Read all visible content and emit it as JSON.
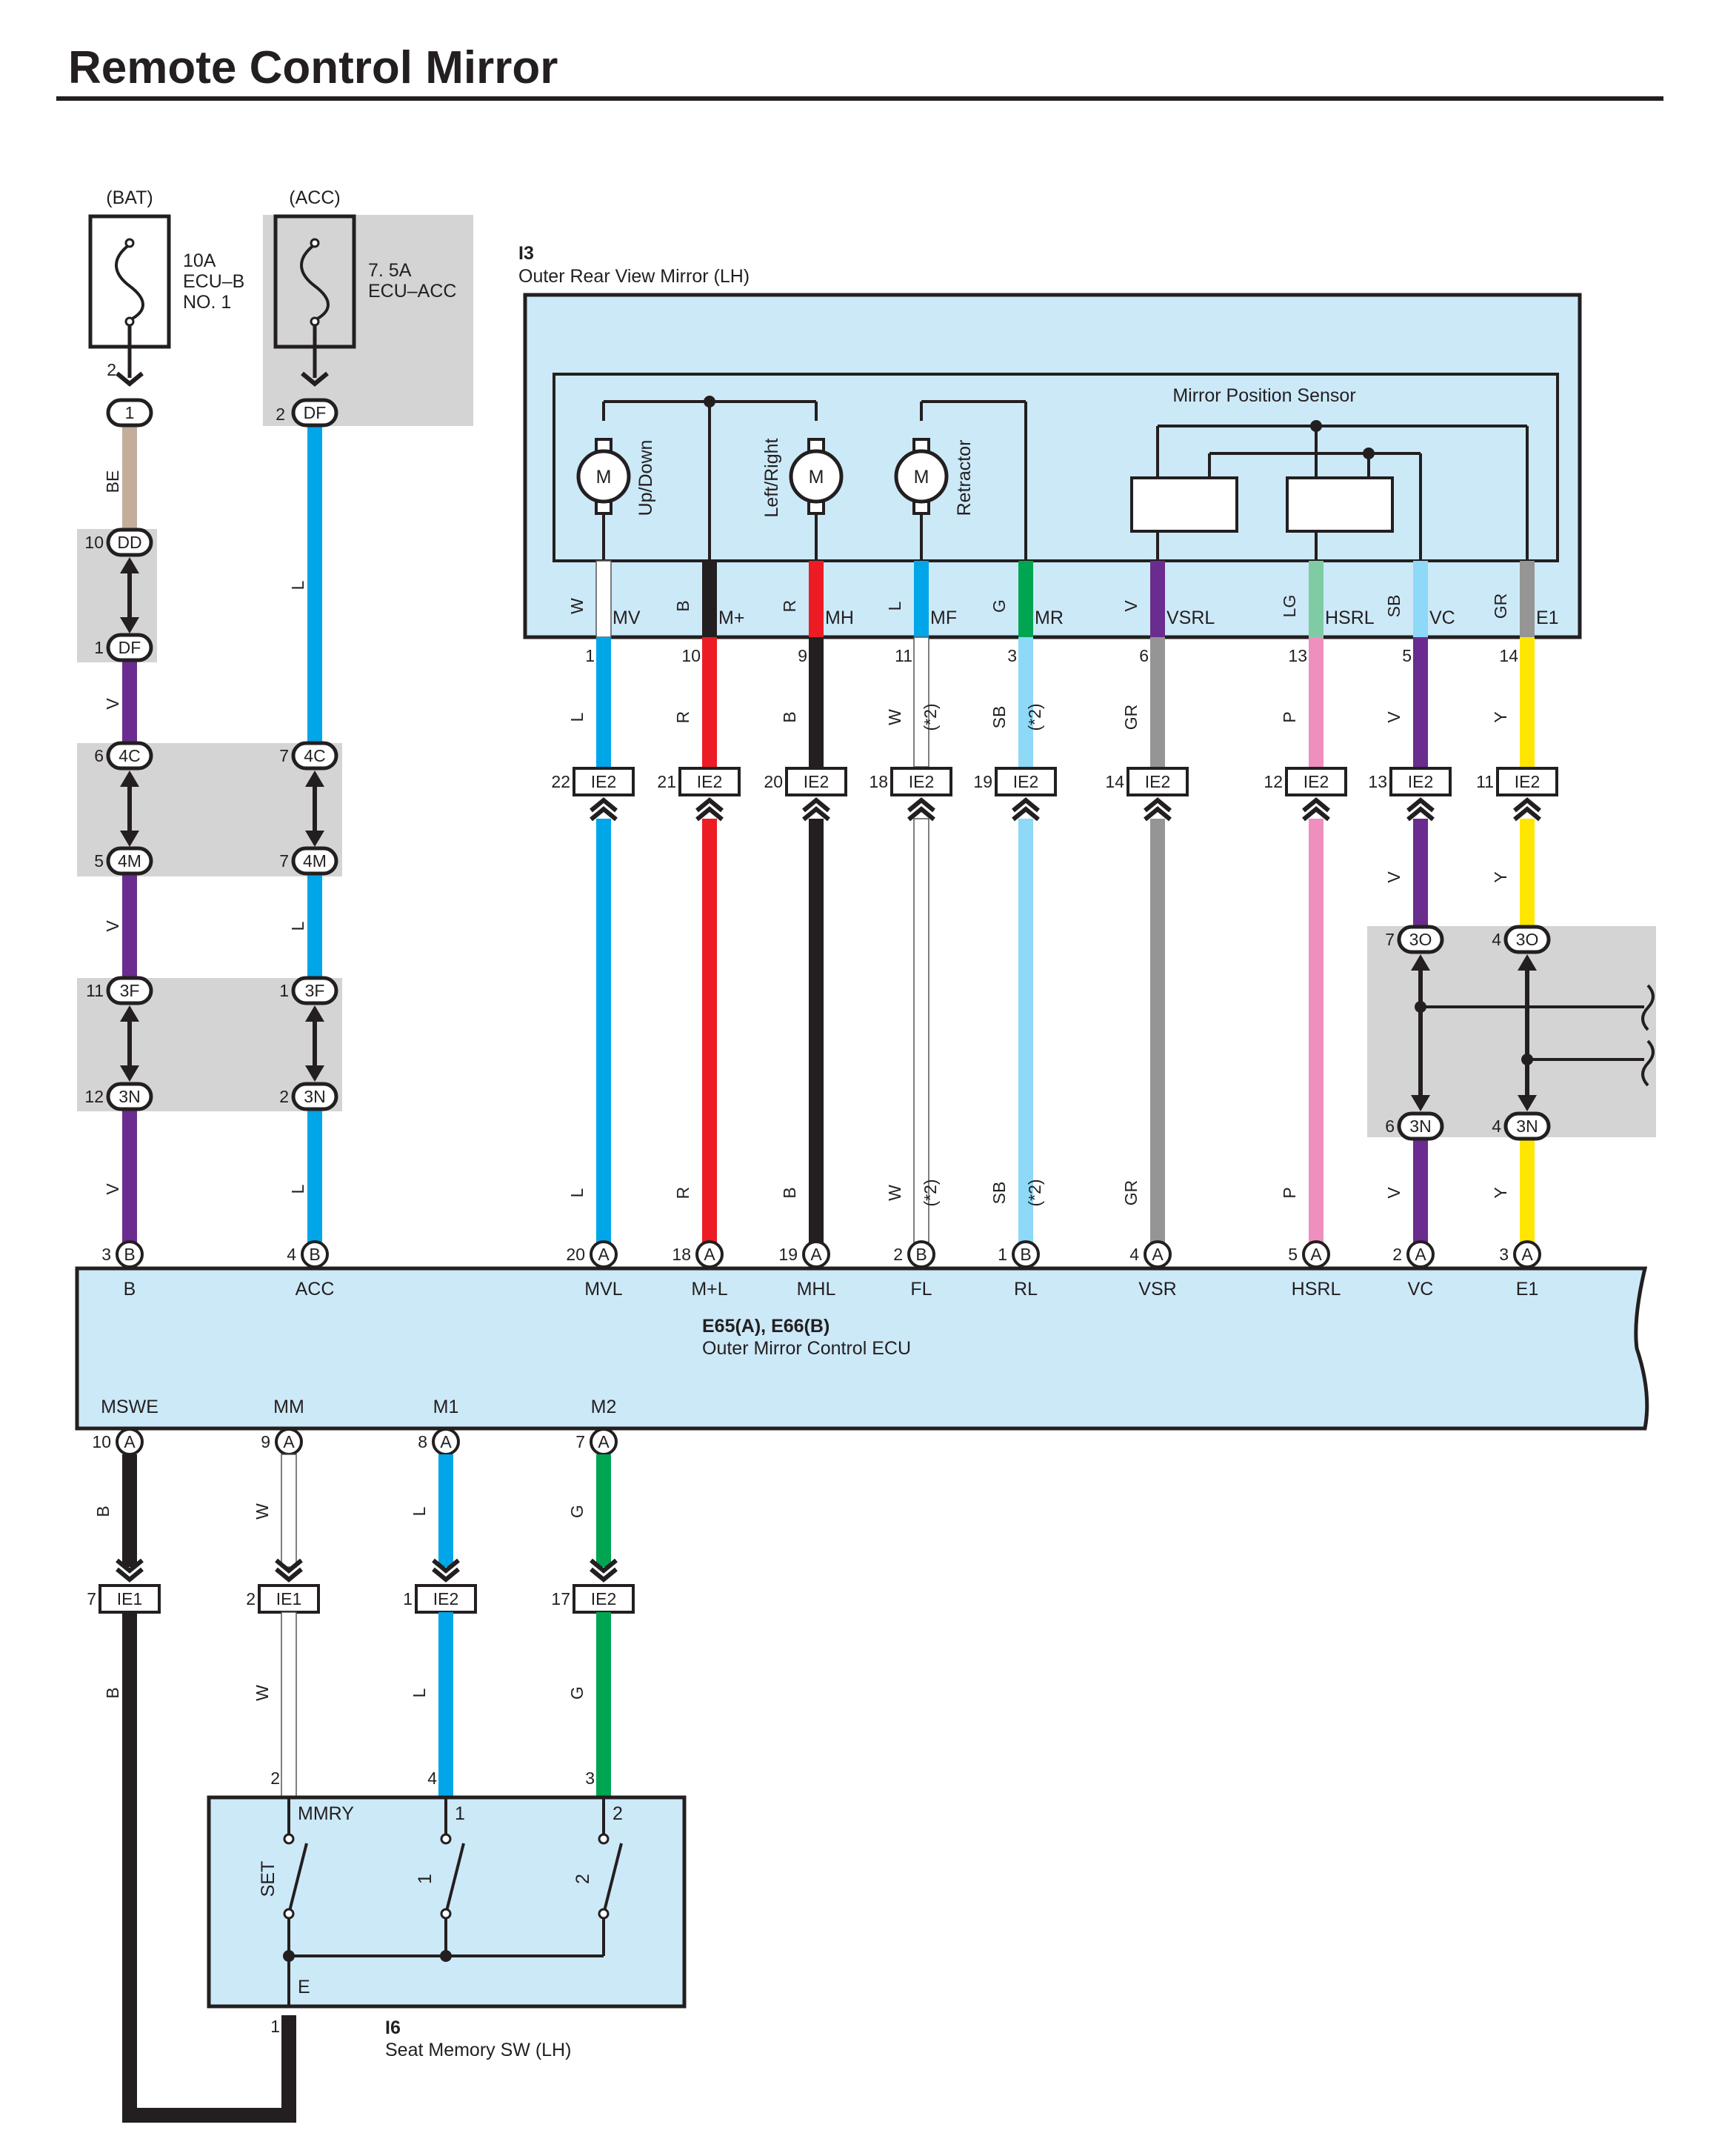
{
  "title": "Remote Control Mirror",
  "fuses": [
    {
      "source": "(BAT)",
      "rating": "10A",
      "name1": "ECU–B",
      "name2": "NO. 1",
      "out_pin": "2",
      "conn_pin": "1"
    },
    {
      "source": "(ACC)",
      "rating": "7. 5A",
      "name1": "ECU–ACC",
      "name2": "",
      "conn_pin": "2",
      "conn": "DF"
    }
  ],
  "mirror": {
    "code": "I3",
    "name": "Outer Rear View Mirror (LH)",
    "sensor_title": "Mirror Position Sensor",
    "motor_symbol": "M",
    "motors": [
      "Up/Down",
      "Left/Right",
      "Retractor"
    ],
    "terminals": [
      {
        "color": "W",
        "name": "MV",
        "pin": "1"
      },
      {
        "color": "B",
        "name": "M+",
        "pin": "10"
      },
      {
        "color": "R",
        "name": "MH",
        "pin": "9"
      },
      {
        "color": "L",
        "name": "MF",
        "pin": "11"
      },
      {
        "color": "G",
        "name": "MR",
        "pin": "3"
      },
      {
        "color": "V",
        "name": "VSRL",
        "pin": "6"
      },
      {
        "color": "LG",
        "name": "HSRL",
        "pin": "13"
      },
      {
        "color": "SB",
        "name": "VC",
        "pin": "5"
      },
      {
        "color": "GR",
        "name": "E1",
        "pin": "14"
      }
    ]
  },
  "left_chain": {
    "col1_wires": [
      "BE",
      "V",
      "V",
      "V"
    ],
    "col2_wires": [
      "L",
      "L",
      "L"
    ],
    "connectors": [
      {
        "p1": "10",
        "c1": "DD",
        "p2": "1",
        "c2": "DF"
      },
      {
        "p1": "6",
        "c1": "4C",
        "p2": "5",
        "c2": "4M",
        "p3": "7",
        "c3": "4C",
        "p4": "7",
        "c4": "4M"
      },
      {
        "p1": "11",
        "c1": "3F",
        "p2": "12",
        "c2": "3N",
        "p3": "1",
        "c3": "3F",
        "p4": "2",
        "c4": "3N"
      }
    ]
  },
  "mid_wires": [
    {
      "upper": "L",
      "ie_pin": "22",
      "ie": "IE2",
      "lower": "L",
      "note": ""
    },
    {
      "upper": "R",
      "ie_pin": "21",
      "ie": "IE2",
      "lower": "R",
      "note": ""
    },
    {
      "upper": "B",
      "ie_pin": "20",
      "ie": "IE2",
      "lower": "B",
      "note": ""
    },
    {
      "upper": "W",
      "ie_pin": "18",
      "ie": "IE2",
      "lower": "W",
      "note": "(*2)"
    },
    {
      "upper": "SB",
      "ie_pin": "19",
      "ie": "IE2",
      "lower": "SB",
      "note": "(*2)"
    },
    {
      "upper": "GR",
      "ie_pin": "14",
      "ie": "IE2",
      "lower": "GR",
      "note": ""
    },
    {
      "upper": "P",
      "ie_pin": "12",
      "ie": "IE2",
      "lower": "P",
      "note": ""
    },
    {
      "upper": "V",
      "ie_pin": "13",
      "ie": "IE2",
      "lower": "V",
      "note": ""
    },
    {
      "upper": "Y",
      "ie_pin": "11",
      "ie": "IE2",
      "lower": "Y",
      "note": ""
    }
  ],
  "splice": {
    "p1": "7",
    "c1": "3O",
    "p2": "4",
    "c2": "3O",
    "p3": "6",
    "c3": "3N",
    "p4": "4",
    "c4": "3N",
    "w1": "V",
    "w2": "Y"
  },
  "ecu": {
    "name1": "E65(A), E66(B)",
    "name2": "Outer Mirror Control ECU",
    "top_pins": [
      {
        "pin": "3",
        "conn": "B",
        "name": "B"
      },
      {
        "pin": "4",
        "conn": "B",
        "name": "ACC"
      },
      {
        "pin": "20",
        "conn": "A",
        "name": "MVL"
      },
      {
        "pin": "18",
        "conn": "A",
        "name": "M+L"
      },
      {
        "pin": "19",
        "conn": "A",
        "name": "MHL"
      },
      {
        "pin": "2",
        "conn": "B",
        "name": "FL"
      },
      {
        "pin": "1",
        "conn": "B",
        "name": "RL"
      },
      {
        "pin": "4",
        "conn": "A",
        "name": "VSR"
      },
      {
        "pin": "5",
        "conn": "A",
        "name": "HSRL"
      },
      {
        "pin": "2",
        "conn": "A",
        "name": "VC"
      },
      {
        "pin": "3",
        "conn": "A",
        "name": "E1"
      }
    ],
    "bottom_pins": [
      {
        "pin": "10",
        "conn": "A",
        "name": "MSWE"
      },
      {
        "pin": "9",
        "conn": "A",
        "name": "MM"
      },
      {
        "pin": "8",
        "conn": "A",
        "name": "M1"
      },
      {
        "pin": "7",
        "conn": "A",
        "name": "M2"
      }
    ]
  },
  "lower_wires": [
    {
      "upper": "B",
      "ie_pin": "7",
      "ie": "IE1",
      "lower": "B"
    },
    {
      "upper": "W",
      "ie_pin": "2",
      "ie": "IE1",
      "lower": "W"
    },
    {
      "upper": "L",
      "ie_pin": "1",
      "ie": "IE2",
      "lower": "L"
    },
    {
      "upper": "G",
      "ie_pin": "17",
      "ie": "IE2",
      "lower": "G"
    }
  ],
  "seat_sw": {
    "code": "I6",
    "name": "Seat Memory SW (LH)",
    "pins": [
      "2",
      "4",
      "3"
    ],
    "terms": [
      "MMRY",
      "1",
      "2"
    ],
    "switch_labels": [
      "SET",
      "1",
      "2"
    ],
    "e_label": "E",
    "e_pin": "1"
  },
  "colors": {
    "box": "#cce9f8",
    "shade": "#d4d4d5",
    "line": "#231f20",
    "L": "#00a6e8",
    "R": "#ed1c24",
    "B": "#231f20",
    "W": "#ffffff",
    "SB": "#8ed8f8",
    "GR": "#959595",
    "P": "#ef8fbf",
    "V": "#6a2c8e",
    "Y": "#ffe600",
    "G": "#00a551",
    "LG": "#7fcba4",
    "BE": "#c2ae9b"
  }
}
